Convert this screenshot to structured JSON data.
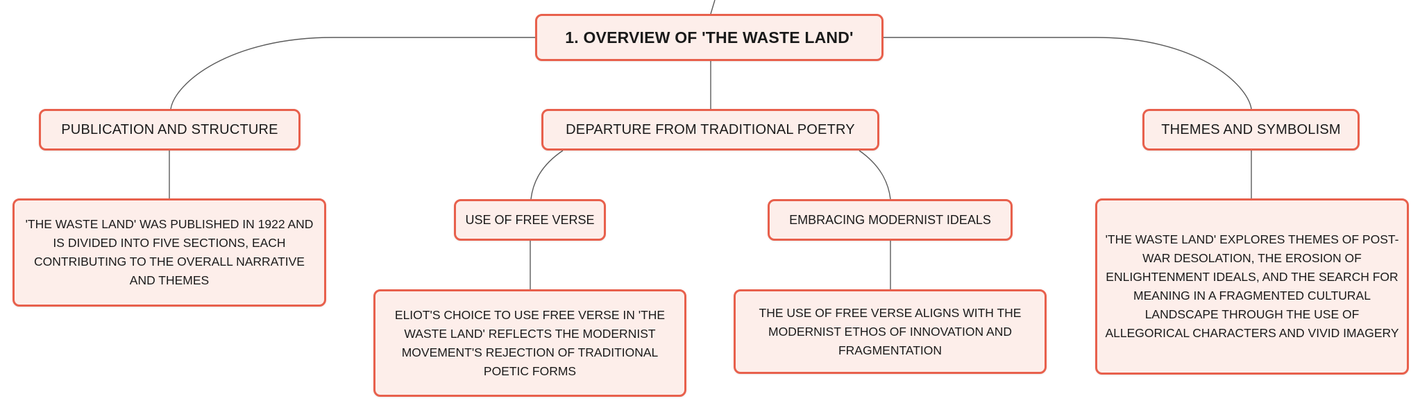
{
  "mindmap": {
    "root": {
      "label": "1. OVERVIEW OF 'THE WASTE LAND'"
    },
    "publication": {
      "label": "PUBLICATION AND STRUCTURE",
      "detail": "'THE WASTE LAND' WAS PUBLISHED IN 1922 AND IS DIVIDED INTO FIVE SECTIONS, EACH CONTRIBUTING TO THE OVERALL NARRATIVE AND THEMES"
    },
    "departure": {
      "label": "DEPARTURE FROM TRADITIONAL POETRY",
      "free_verse": {
        "label": "USE OF FREE VERSE",
        "detail": "ELIOT'S CHOICE TO USE FREE VERSE IN 'THE WASTE LAND' REFLECTS THE MODERNIST MOVEMENT'S REJECTION OF TRADITIONAL POETIC FORMS"
      },
      "modernist": {
        "label": "EMBRACING MODERNIST IDEALS",
        "detail": "THE USE OF FREE VERSE ALIGNS WITH THE MODERNIST ETHOS OF INNOVATION AND FRAGMENTATION"
      }
    },
    "themes": {
      "label": "THEMES AND SYMBOLISM",
      "detail": "'THE WASTE LAND' EXPLORES THEMES OF POST-WAR DESOLATION, THE EROSION OF ENLIGHTENMENT IDEALS, AND THE SEARCH FOR MEANING IN A FRAGMENTED CULTURAL LANDSCAPE THROUGH THE USE OF ALLEGORICAL CHARACTERS AND VIVID IMAGERY"
    },
    "colors": {
      "node_border": "#e8604c",
      "node_fill": "#fdeeea",
      "connector": "#5a5a5a",
      "text": "#1a1a1a"
    }
  }
}
